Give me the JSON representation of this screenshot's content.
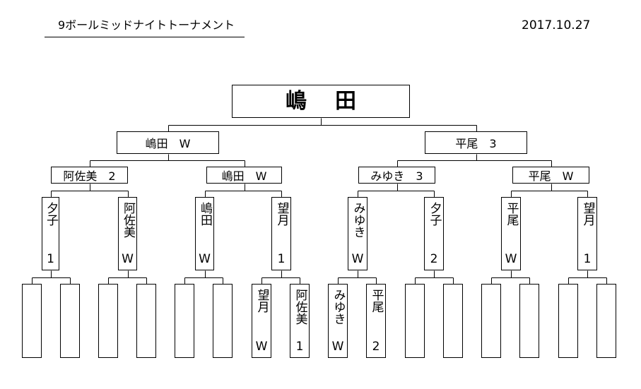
{
  "header": {
    "title": "9ボールミッドナイトトーナメント",
    "date": "2017.10.27"
  },
  "bracket": {
    "champion": "嶋田",
    "semifinal": [
      "嶋田　W",
      "平尾　3"
    ],
    "quarterfinal": [
      "阿佐美　2",
      "嶋田　W",
      "みゆき　3",
      "平尾　W"
    ],
    "round2": [
      {
        "name": "夕子",
        "result": "1"
      },
      {
        "name": "阿佐美",
        "result": "W"
      },
      {
        "name": "嶋田",
        "result": "W"
      },
      {
        "name": "望月",
        "result": "1"
      },
      {
        "name": "みゆき",
        "result": "W"
      },
      {
        "name": "夕子",
        "result": "2"
      },
      {
        "name": "平尾",
        "result": "W"
      },
      {
        "name": "望月",
        "result": "1"
      }
    ],
    "round1": [
      {
        "name": "",
        "result": ""
      },
      {
        "name": "",
        "result": ""
      },
      {
        "name": "",
        "result": ""
      },
      {
        "name": "",
        "result": ""
      },
      {
        "name": "",
        "result": ""
      },
      {
        "name": "",
        "result": ""
      },
      {
        "name": "望月",
        "result": "W"
      },
      {
        "name": "阿佐美",
        "result": "1"
      },
      {
        "name": "みゆき",
        "result": "W"
      },
      {
        "name": "平尾",
        "result": "2"
      },
      {
        "name": "",
        "result": ""
      },
      {
        "name": "",
        "result": ""
      },
      {
        "name": "",
        "result": ""
      },
      {
        "name": "",
        "result": ""
      },
      {
        "name": "",
        "result": ""
      },
      {
        "name": "",
        "result": ""
      }
    ]
  }
}
